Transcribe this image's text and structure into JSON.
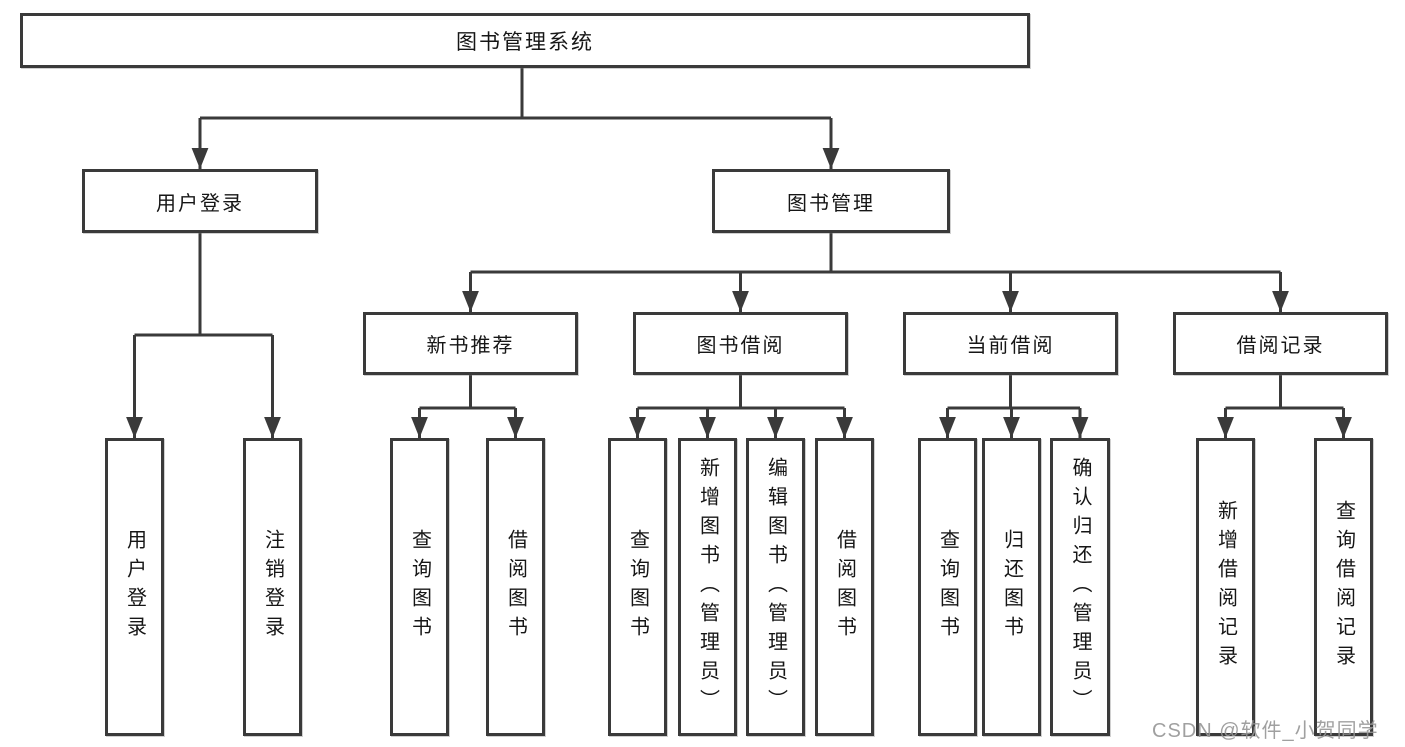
{
  "tree": {
    "label": "图书管理系统",
    "children": [
      {
        "label": "用户登录",
        "children": [
          {
            "label": "用户登录"
          },
          {
            "label": "注销登录"
          }
        ]
      },
      {
        "label": "图书管理",
        "children": [
          {
            "label": "新书推荐",
            "children": [
              {
                "label": "查询图书"
              },
              {
                "label": "借阅图书"
              }
            ]
          },
          {
            "label": "图书借阅",
            "children": [
              {
                "label": "查询图书"
              },
              {
                "label": "新增图书（管理员）"
              },
              {
                "label": "编辑图书（管理员）"
              },
              {
                "label": "借阅图书"
              }
            ]
          },
          {
            "label": "当前借阅",
            "children": [
              {
                "label": "查询图书"
              },
              {
                "label": "归还图书"
              },
              {
                "label": "确认归还（管理员）"
              }
            ]
          },
          {
            "label": "借阅记录",
            "children": [
              {
                "label": "新增借阅记录"
              },
              {
                "label": "查询借阅记录"
              }
            ]
          }
        ]
      }
    ]
  },
  "watermark": {
    "text": "CSDN @软件_小贺同学"
  },
  "colors": {
    "line": "#3a3a3a",
    "box_border": "#3a3a3a",
    "text": "#161616",
    "watermark": "#969696",
    "background": "#ffffff"
  }
}
